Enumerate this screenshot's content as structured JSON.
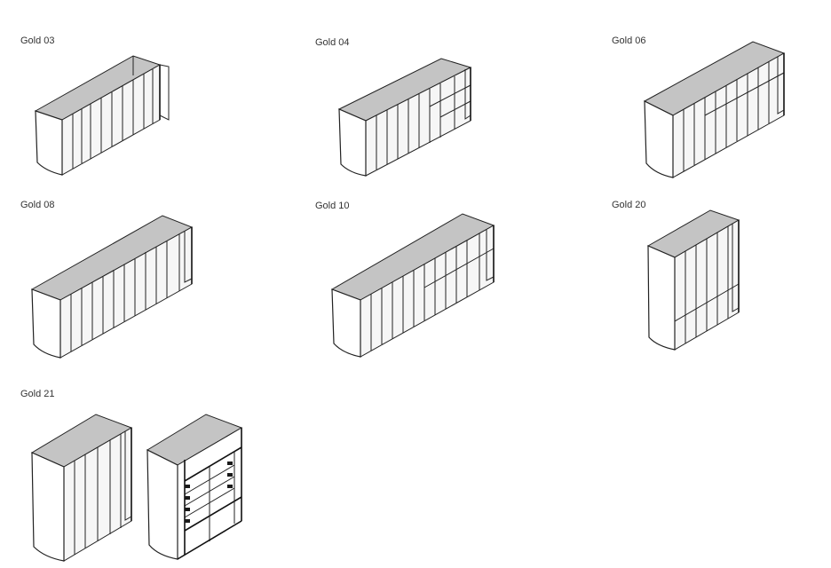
{
  "items": [
    {
      "label": "Gold 03"
    },
    {
      "label": "Gold 04"
    },
    {
      "label": "Gold 06"
    },
    {
      "label": "Gold 08"
    },
    {
      "label": "Gold 10"
    },
    {
      "label": "Gold 20"
    },
    {
      "label": "Gold 21"
    }
  ]
}
